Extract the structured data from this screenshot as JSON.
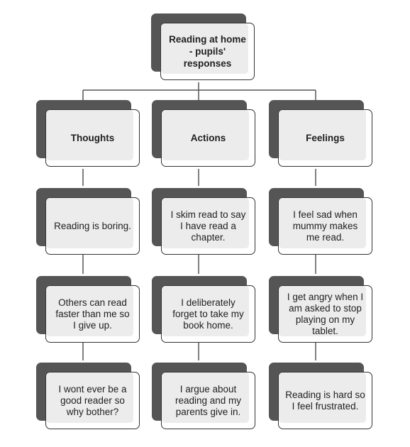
{
  "root": {
    "line1": "Reading at home",
    "line2": "- pupils'",
    "line3": "responses"
  },
  "columns": [
    {
      "header": "Thoughts",
      "items": [
        [
          "Reading is boring."
        ],
        [
          "Others can read",
          "faster than me so",
          "I give up."
        ],
        [
          "I wont ever be a",
          "good reader so",
          "why bother?"
        ]
      ]
    },
    {
      "header": "Actions",
      "items": [
        [
          "I skim read to say",
          "I have read a",
          "chapter."
        ],
        [
          "I deliberately",
          "forget to take my",
          "book home."
        ],
        [
          "I argue about",
          "reading and my",
          "parents give in."
        ]
      ]
    },
    {
      "header": "Feelings",
      "items": [
        [
          "I feel sad when",
          "mummy makes",
          "me read."
        ],
        [
          "I get angry when I",
          "am asked to stop",
          "playing on my",
          "tablet."
        ],
        [
          "Reading is hard so",
          "I feel frustrated."
        ]
      ]
    }
  ]
}
